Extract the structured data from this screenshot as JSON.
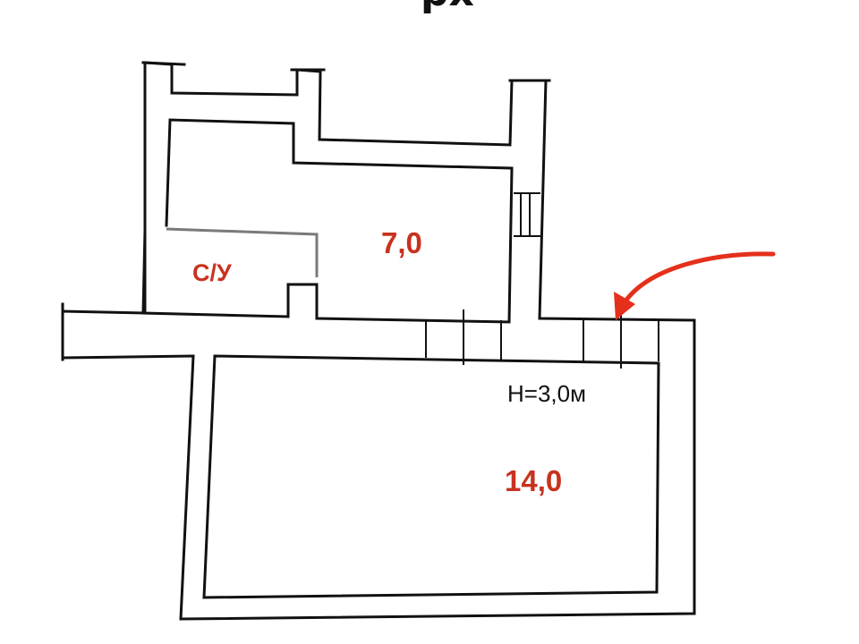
{
  "plan": {
    "title_fragment": "рх",
    "rooms": [
      {
        "id": "kitchen",
        "area": "7,0"
      },
      {
        "id": "bathroom",
        "label": "С/У"
      },
      {
        "id": "main",
        "area": "14,0"
      }
    ],
    "ceiling_height": "H=3,0м"
  },
  "colors": {
    "label_red": "#c8321e",
    "arrow_red": "#e5301c",
    "partition_gray": "#7a7a7a",
    "line_black": "#111111"
  },
  "icons": {
    "entrance": "arrow-icon"
  }
}
